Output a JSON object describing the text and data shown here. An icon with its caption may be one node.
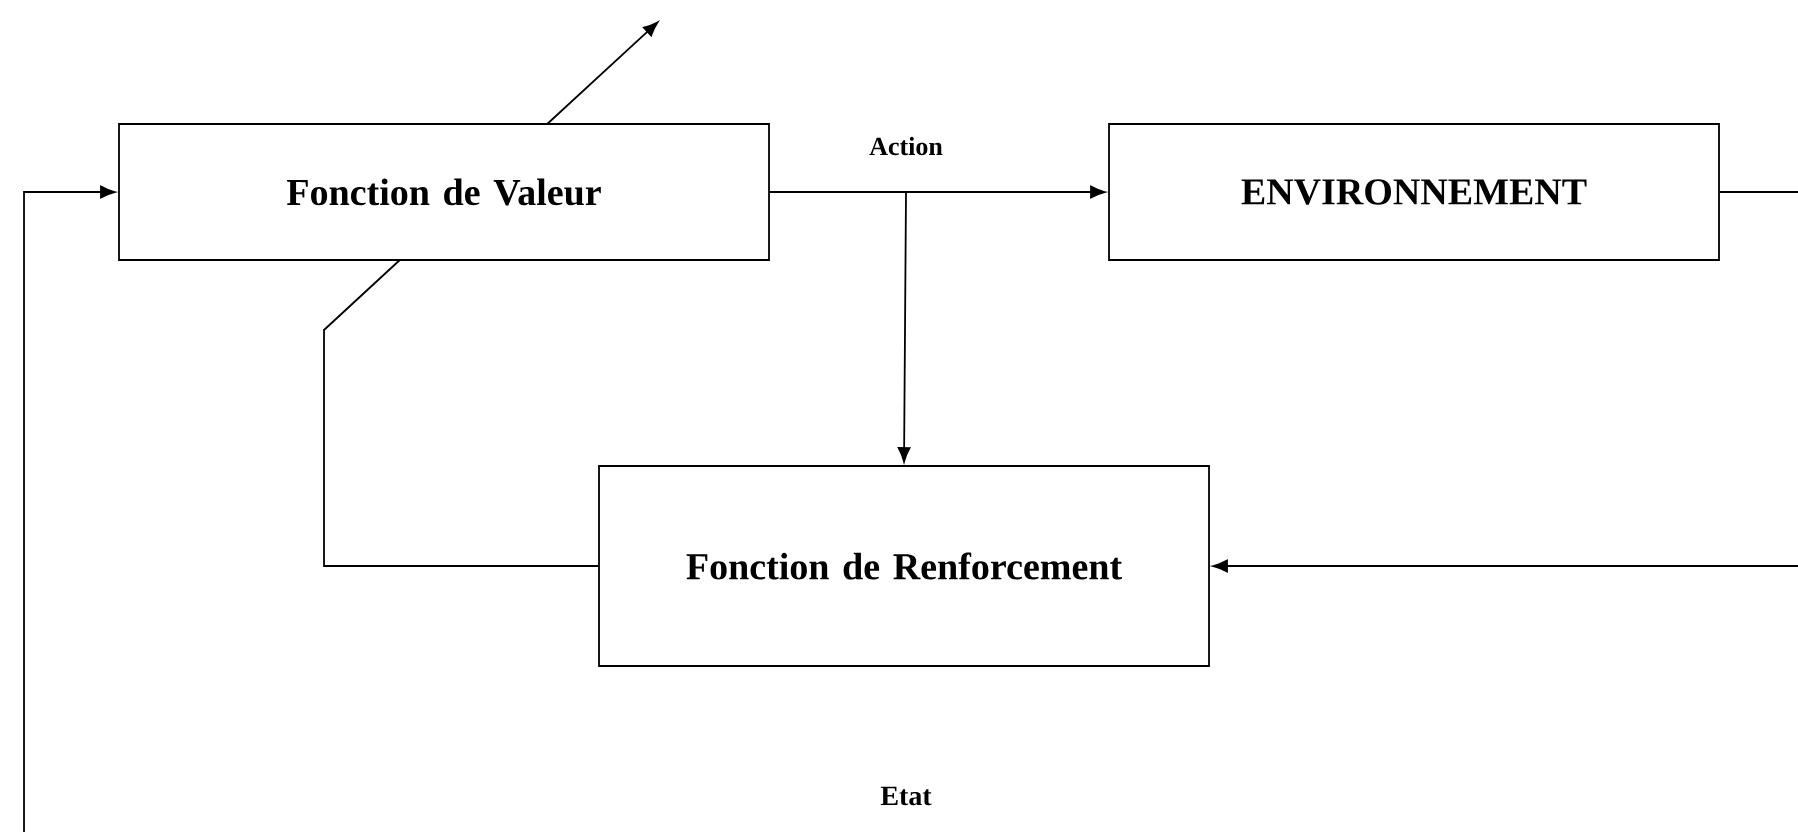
{
  "diagram": {
    "nodes": [
      {
        "text": [
          "Fonction de Valeur"
        ]
      },
      {
        "text": [
          "ENVIRONNEMENT"
        ]
      },
      {
        "text": [
          "Fonction de Renforcement"
        ]
      }
    ],
    "edges": [
      {
        "from": 0,
        "to": 1,
        "arrow": "to",
        "label": "Action"
      },
      {
        "from": 0,
        "to": 2,
        "arrow": "to"
      },
      {
        "from": 2,
        "to": null,
        "arrow": "to"
      },
      {
        "from": 1,
        "to": null,
        "arrow": "none"
      },
      {
        "from": null,
        "to": 2,
        "arrow": "to"
      },
      {
        "from": null,
        "to": 0,
        "arrow": "to"
      }
    ],
    "labels": [
      "Etat"
    ]
  }
}
